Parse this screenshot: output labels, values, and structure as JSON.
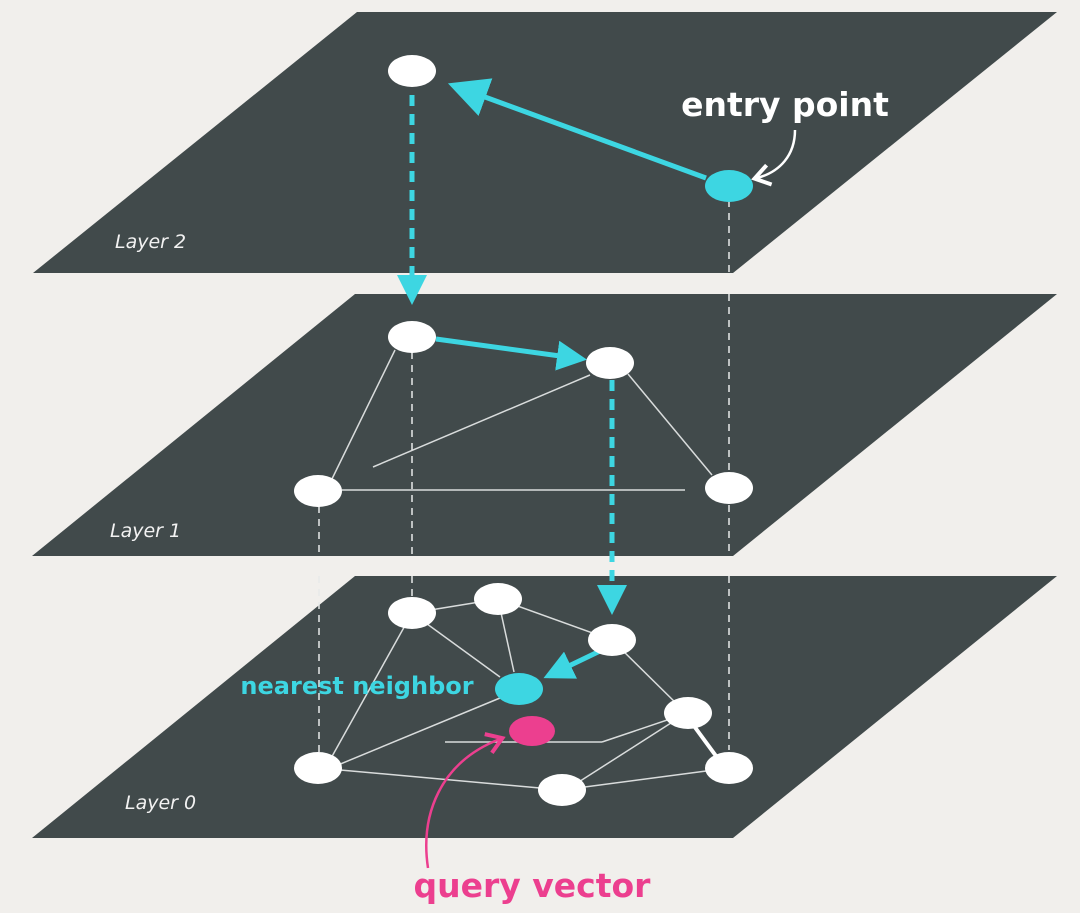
{
  "layers": [
    {
      "label": "Layer 2"
    },
    {
      "label": "Layer 1"
    },
    {
      "label": "Layer 0"
    }
  ],
  "annotations": {
    "entry_point": "entry point",
    "nearest_neighbor": "nearest neighbor",
    "query_vector": "query vector"
  },
  "colors": {
    "background": "#f1efec",
    "plane": "#414a4b",
    "node": "#ffffff",
    "path": "#3dd6e2",
    "query": "#ec3f8f",
    "edge": "#d9dcdc"
  }
}
